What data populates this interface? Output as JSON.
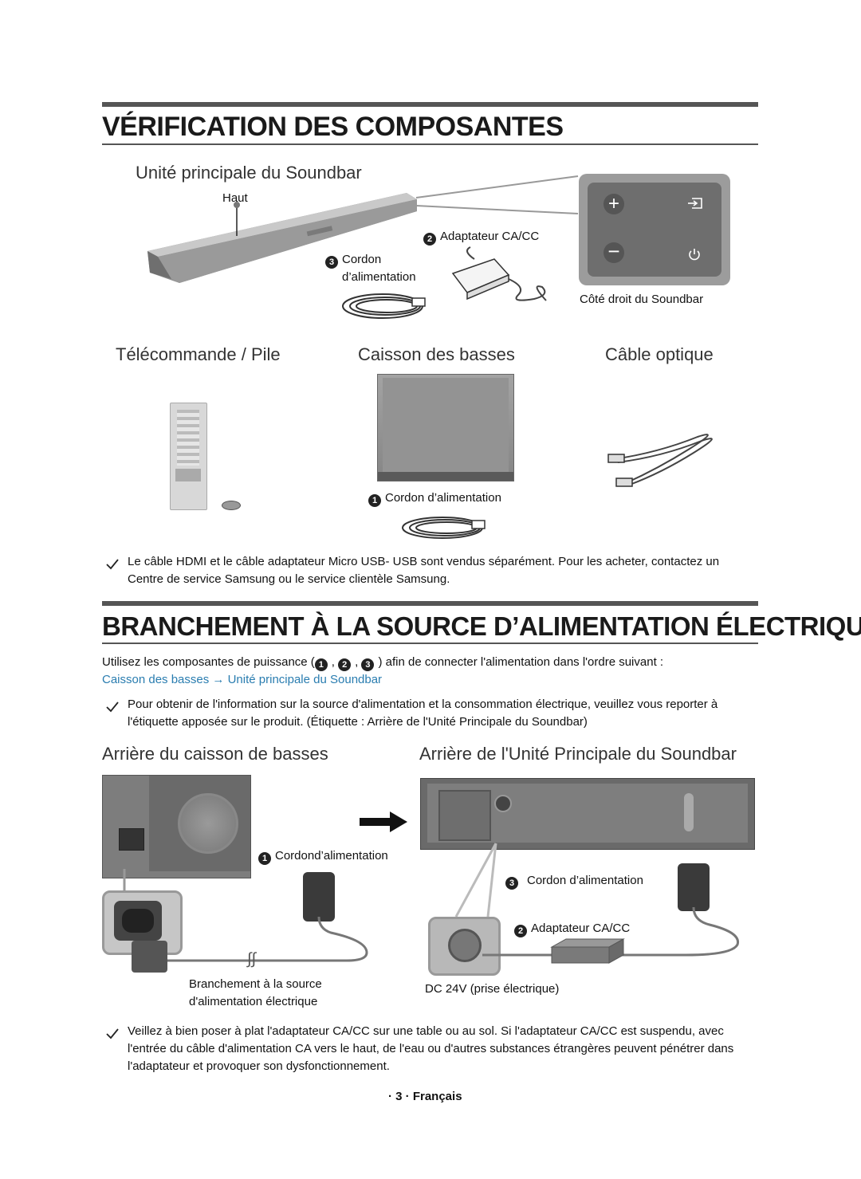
{
  "section1": {
    "title": "VÉRIFICATION DES COMPOSANTES",
    "main_unit_heading": "Unité principale du Soundbar",
    "haut_label": "Haut",
    "adapter_label": "Adaptateur CA/CC",
    "adapter_num": "2",
    "cord_label_1": "Cordon",
    "cord_label_2": "d’alimentation",
    "cord_num": "3",
    "right_side_label": "Côté droit du Soundbar",
    "remote_heading": "Télécommande / Pile",
    "sub_heading": "Caisson des basses",
    "optical_heading": "Câble optique",
    "sub_cord_label": "Cordon d’alimentation",
    "sub_cord_num": "1",
    "note": "Le câble HDMI et le câble adaptateur Micro USB- USB sont vendus séparément. Pour les acheter, contactez un Centre de service Samsung ou le service clientèle Samsung."
  },
  "section2": {
    "title": "BRANCHEMENT À LA SOURCE D’ALIMENTATION ÉLECTRIQUE",
    "intro_pre": "Utilisez les composantes de puissance (",
    "intro_n1": "1",
    "intro_sep1": ", ",
    "intro_n2": "2",
    "intro_sep2": ", ",
    "intro_n3": "3",
    "intro_post": ") afin de connecter l'alimentation dans l'ordre suivant :",
    "order_a": "Caisson des basses",
    "order_arrow": "→",
    "order_b": "Unité principale du Soundbar",
    "note": "Pour obtenir de l'information sur la source d'alimentation et la consommation électrique, veuillez vous reporter à l'étiquette apposée sur le produit. (Étiquette : Arrière de l'Unité Principale du Soundbar)",
    "rear_sub_heading": "Arrière du caisson de basses",
    "rear_main_heading": "Arrière de l'Unité Principale du Soundbar",
    "cord1_label": "Cordond’alimentation",
    "cord1_num": "1",
    "cord3_label": "Cordon d’alimentation",
    "cord3_num": "3",
    "adapter_label": "Adaptateur CA/CC",
    "adapter_num": "2",
    "outlet_label_1": "Branchement à la source",
    "outlet_label_2": "d'alimentation électrique",
    "dc_label": "DC 24V (prise électrique)",
    "warning": "Veillez à bien poser à plat l'adaptateur CA/CC sur une table ou au sol. Si l'adaptateur CA/CC est suspendu, avec l'entrée du câble d'alimentation CA vers le haut, de l'eau ou d'autres substances étrangères peuvent pénétrer dans l'adaptateur et provoquer son dysfonctionnement."
  },
  "footer": {
    "page": "· 3 · Français"
  },
  "icons": {
    "check": "checkmark-icon",
    "plus": "plus-icon",
    "minus": "minus-icon",
    "source": "source-icon",
    "power": "power-icon"
  }
}
